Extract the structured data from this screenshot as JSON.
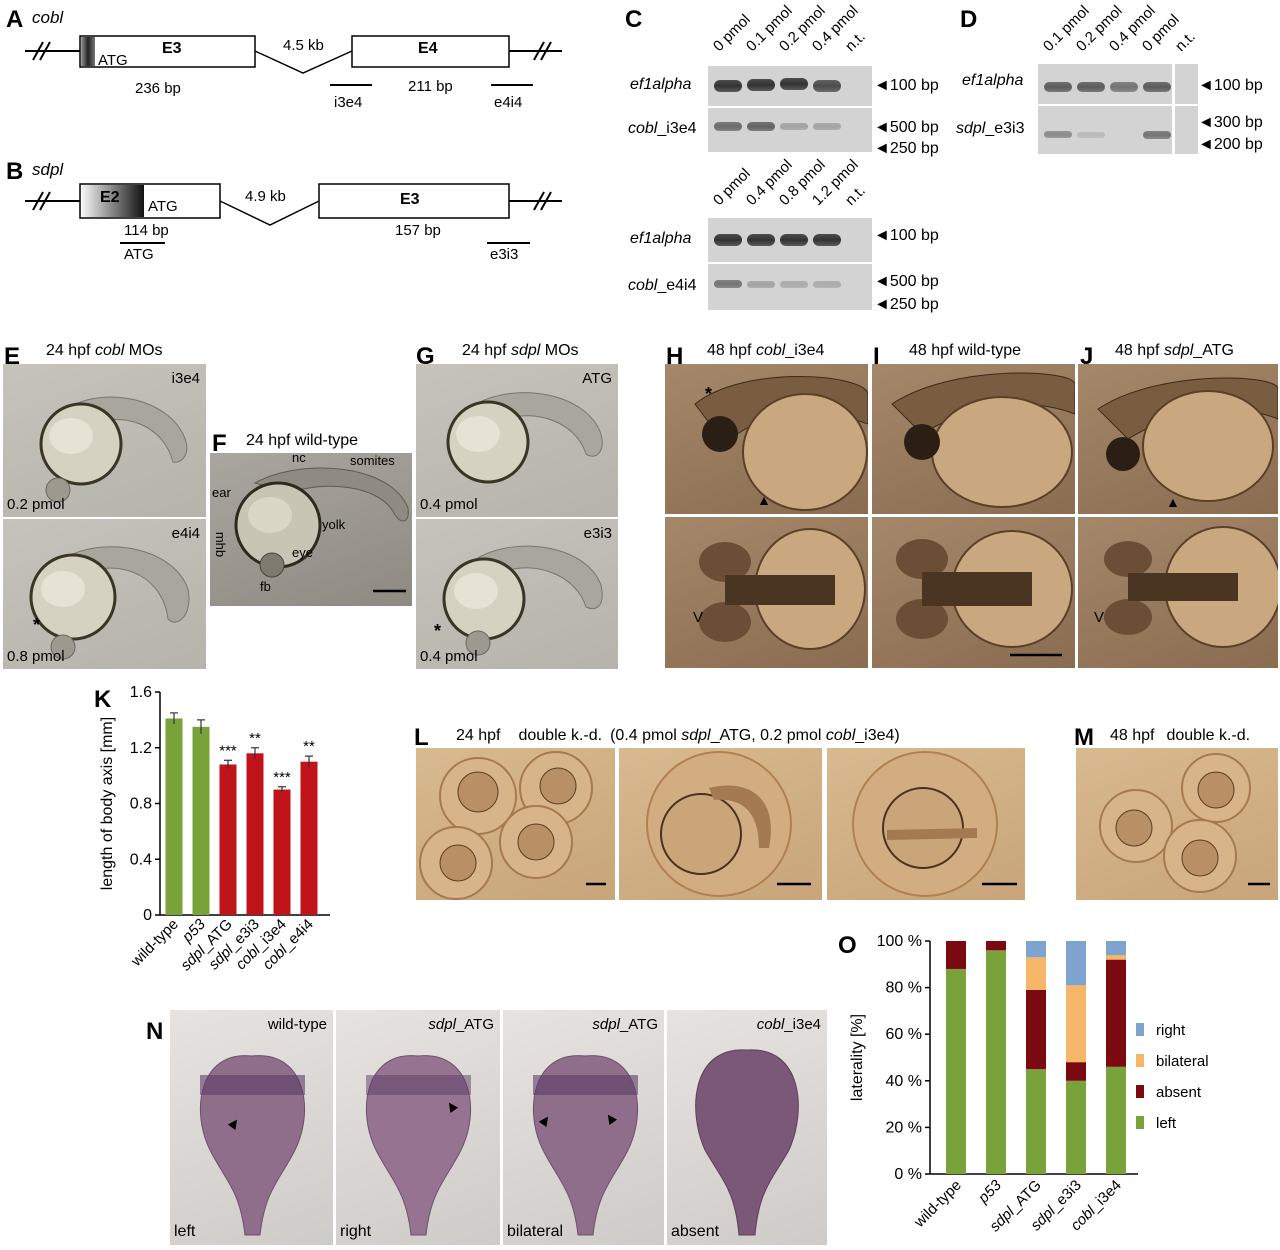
{
  "panelA": {
    "label": "A",
    "gene": "cobl",
    "exon1": "E3",
    "exon2": "E4",
    "atg": "ATG",
    "intron": "4.5 kb",
    "len1": "236 bp",
    "len2": "211 bp",
    "probe1": "i3e4",
    "probe2": "e4i4"
  },
  "panelB": {
    "label": "B",
    "gene": "sdpl",
    "exon1": "E2",
    "exon2": "E3",
    "atg": "ATG",
    "intron": "4.9 kb",
    "len1": "114 bp",
    "len2": "157 bp",
    "probe1": "ATG",
    "probe2": "e3i3"
  },
  "panelC": {
    "label": "C",
    "top": {
      "lanes": [
        "0 pmol",
        "0.1 pmol",
        "0.2 pmol",
        "0.4 pmol",
        "n.t."
      ],
      "row1": "ef1alpha",
      "row2_italic": "cobl",
      "row2_rest": "_i3e4",
      "m1": "100 bp",
      "m2": "500 bp",
      "m3": "250 bp"
    },
    "bottom": {
      "lanes": [
        "0 pmol",
        "0.4 pmol",
        "0.8 pmol",
        "1.2 pmol",
        "n.t."
      ],
      "row1": "ef1alpha",
      "row2_italic": "cobl",
      "row2_rest": "_e4i4",
      "m1": "100 bp",
      "m2": "500 bp",
      "m3": "250 bp"
    }
  },
  "panelD": {
    "label": "D",
    "lanes": [
      "0.1 pmol",
      "0.2 pmol",
      "0.4 pmol",
      "0 pmol",
      "n.t."
    ],
    "row1": "ef1alpha",
    "row2_italic": "sdpl",
    "row2_rest": "_e3i3",
    "m1": "100 bp",
    "m2": "300 bp",
    "m3": "200 bp"
  },
  "panelE": {
    "label": "E",
    "title_pre": "24 hpf ",
    "title_it": "cobl",
    "title_post": " MOs",
    "tag1": "i3e4",
    "dose1": "0.2 pmol",
    "tag2": "e4i4",
    "dose2": "0.8 pmol",
    "star": "*"
  },
  "panelF": {
    "label": "F",
    "title": "24 hpf wild-type",
    "labels": {
      "nc": "nc",
      "somites": "somites",
      "ear": "ear",
      "yolk": "yolk",
      "mhb": "mhb",
      "eye": "eye",
      "fb": "fb"
    }
  },
  "panelG": {
    "label": "G",
    "title_pre": "24 hpf ",
    "title_it": "sdpl",
    "title_post": " MOs",
    "tag1": "ATG",
    "dose1": "0.4 pmol",
    "tag2": "e3i3",
    "dose2": "0.4 pmol",
    "star": "*"
  },
  "panelH": {
    "label": "H",
    "title_pre": "48 hpf ",
    "title_it": "cobl",
    "title_post": "_i3e4",
    "v": "V",
    "star": "*"
  },
  "panelI": {
    "label": "I",
    "title": "48 hpf wild-type"
  },
  "panelJ": {
    "label": "J",
    "title_pre": "48 hpf ",
    "title_it": "sdpl",
    "title_post": "_ATG",
    "v": "V"
  },
  "panelK": {
    "label": "K"
  },
  "panelL": {
    "label": "L",
    "t1": "24 hpf",
    "t2": "double k.-d.",
    "t3": "(0.4 pmol ",
    "t3it": "sdpl",
    "t4": "_ATG,  0.2 pmol ",
    "t4it": "cobl",
    "t5": "_i3e4)"
  },
  "panelM": {
    "label": "M",
    "t1": "48 hpf",
    "t2": "double k.-d."
  },
  "panelN": {
    "label": "N",
    "tags": [
      {
        "it": "",
        "rest": "wild-type"
      },
      {
        "it": "sdpl",
        "rest": "_ATG"
      },
      {
        "it": "sdpl",
        "rest": "_ATG"
      },
      {
        "it": "cobl",
        "rest": "_i3e4"
      }
    ],
    "bottoms": [
      "left",
      "right",
      "bilateral",
      "absent"
    ]
  },
  "panelO": {
    "label": "O"
  },
  "colors": {
    "green": "#7aa23a",
    "red": "#c0141b",
    "darkred": "#7a0a0f",
    "orange": "#f5b66a",
    "blue": "#7ea3cf"
  },
  "chart_data": [
    {
      "type": "bar",
      "ylabel": "length of body axis [mm]",
      "categories": [
        "wild-type",
        "p53",
        "sdpl_ATG",
        "sdpl_e3i3",
        "cobl_i3e4",
        "cobl_e4i4"
      ],
      "values": [
        1.41,
        1.35,
        1.08,
        1.16,
        0.9,
        1.1
      ],
      "errors": [
        0.04,
        0.05,
        0.03,
        0.04,
        0.02,
        0.04
      ],
      "significance": [
        "",
        "",
        "***",
        "**",
        "***",
        "**"
      ],
      "bar_colors": [
        "green",
        "green",
        "red",
        "red",
        "red",
        "red"
      ],
      "yticks": [
        "0",
        "0.4",
        "0.8",
        "1.2",
        "1.6"
      ],
      "ylim": [
        0,
        1.6
      ]
    },
    {
      "type": "bar",
      "stacked": true,
      "ylabel": "laterality [%]",
      "categories": [
        "wild-type",
        "p53",
        "sdpl_ATG",
        "sdpl_e3i3",
        "cobl_i3e4"
      ],
      "series": [
        {
          "name": "left",
          "color": "green",
          "values": [
            88,
            96,
            45,
            40,
            46
          ]
        },
        {
          "name": "absent",
          "color": "darkred",
          "values": [
            12,
            4,
            34,
            8,
            46
          ]
        },
        {
          "name": "bilateral",
          "color": "orange",
          "values": [
            0,
            0,
            14,
            33,
            2
          ]
        },
        {
          "name": "right",
          "color": "blue",
          "values": [
            0,
            0,
            7,
            19,
            6
          ]
        }
      ],
      "yticks": [
        "0 %",
        "20 %",
        "40 %",
        "60 %",
        "80 %",
        "100 %"
      ],
      "ylim": [
        0,
        100
      ],
      "legend": "right",
      "legend_order": [
        "right",
        "bilateral",
        "absent",
        "left"
      ]
    }
  ]
}
